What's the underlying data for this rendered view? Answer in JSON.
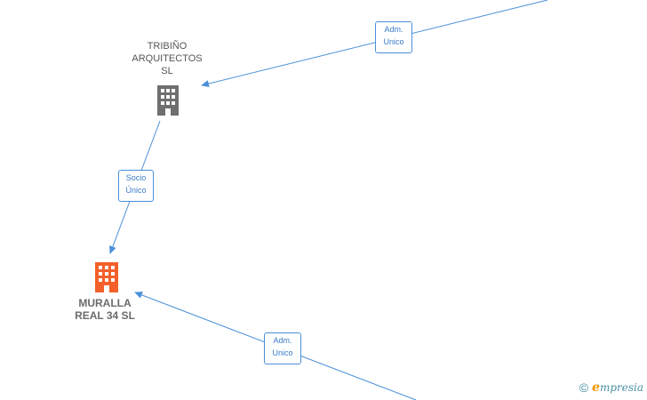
{
  "nodes": {
    "tribino": {
      "label": "TRIBIÑO\nARQUITECTOS\nSL",
      "color": "#6f6f6f"
    },
    "muralla": {
      "label": "MURALLA\nREAL 34  SL",
      "color": "#f4602a"
    }
  },
  "edges": [
    {
      "label": "Adm.\nUnico"
    },
    {
      "label": "Socio\nÚnico"
    },
    {
      "label": "Adm.\nUnico"
    }
  ],
  "brand": {
    "symbol": "©",
    "initial": "e",
    "rest": "mpresia"
  },
  "colors": {
    "edge": "#4a90d9"
  }
}
